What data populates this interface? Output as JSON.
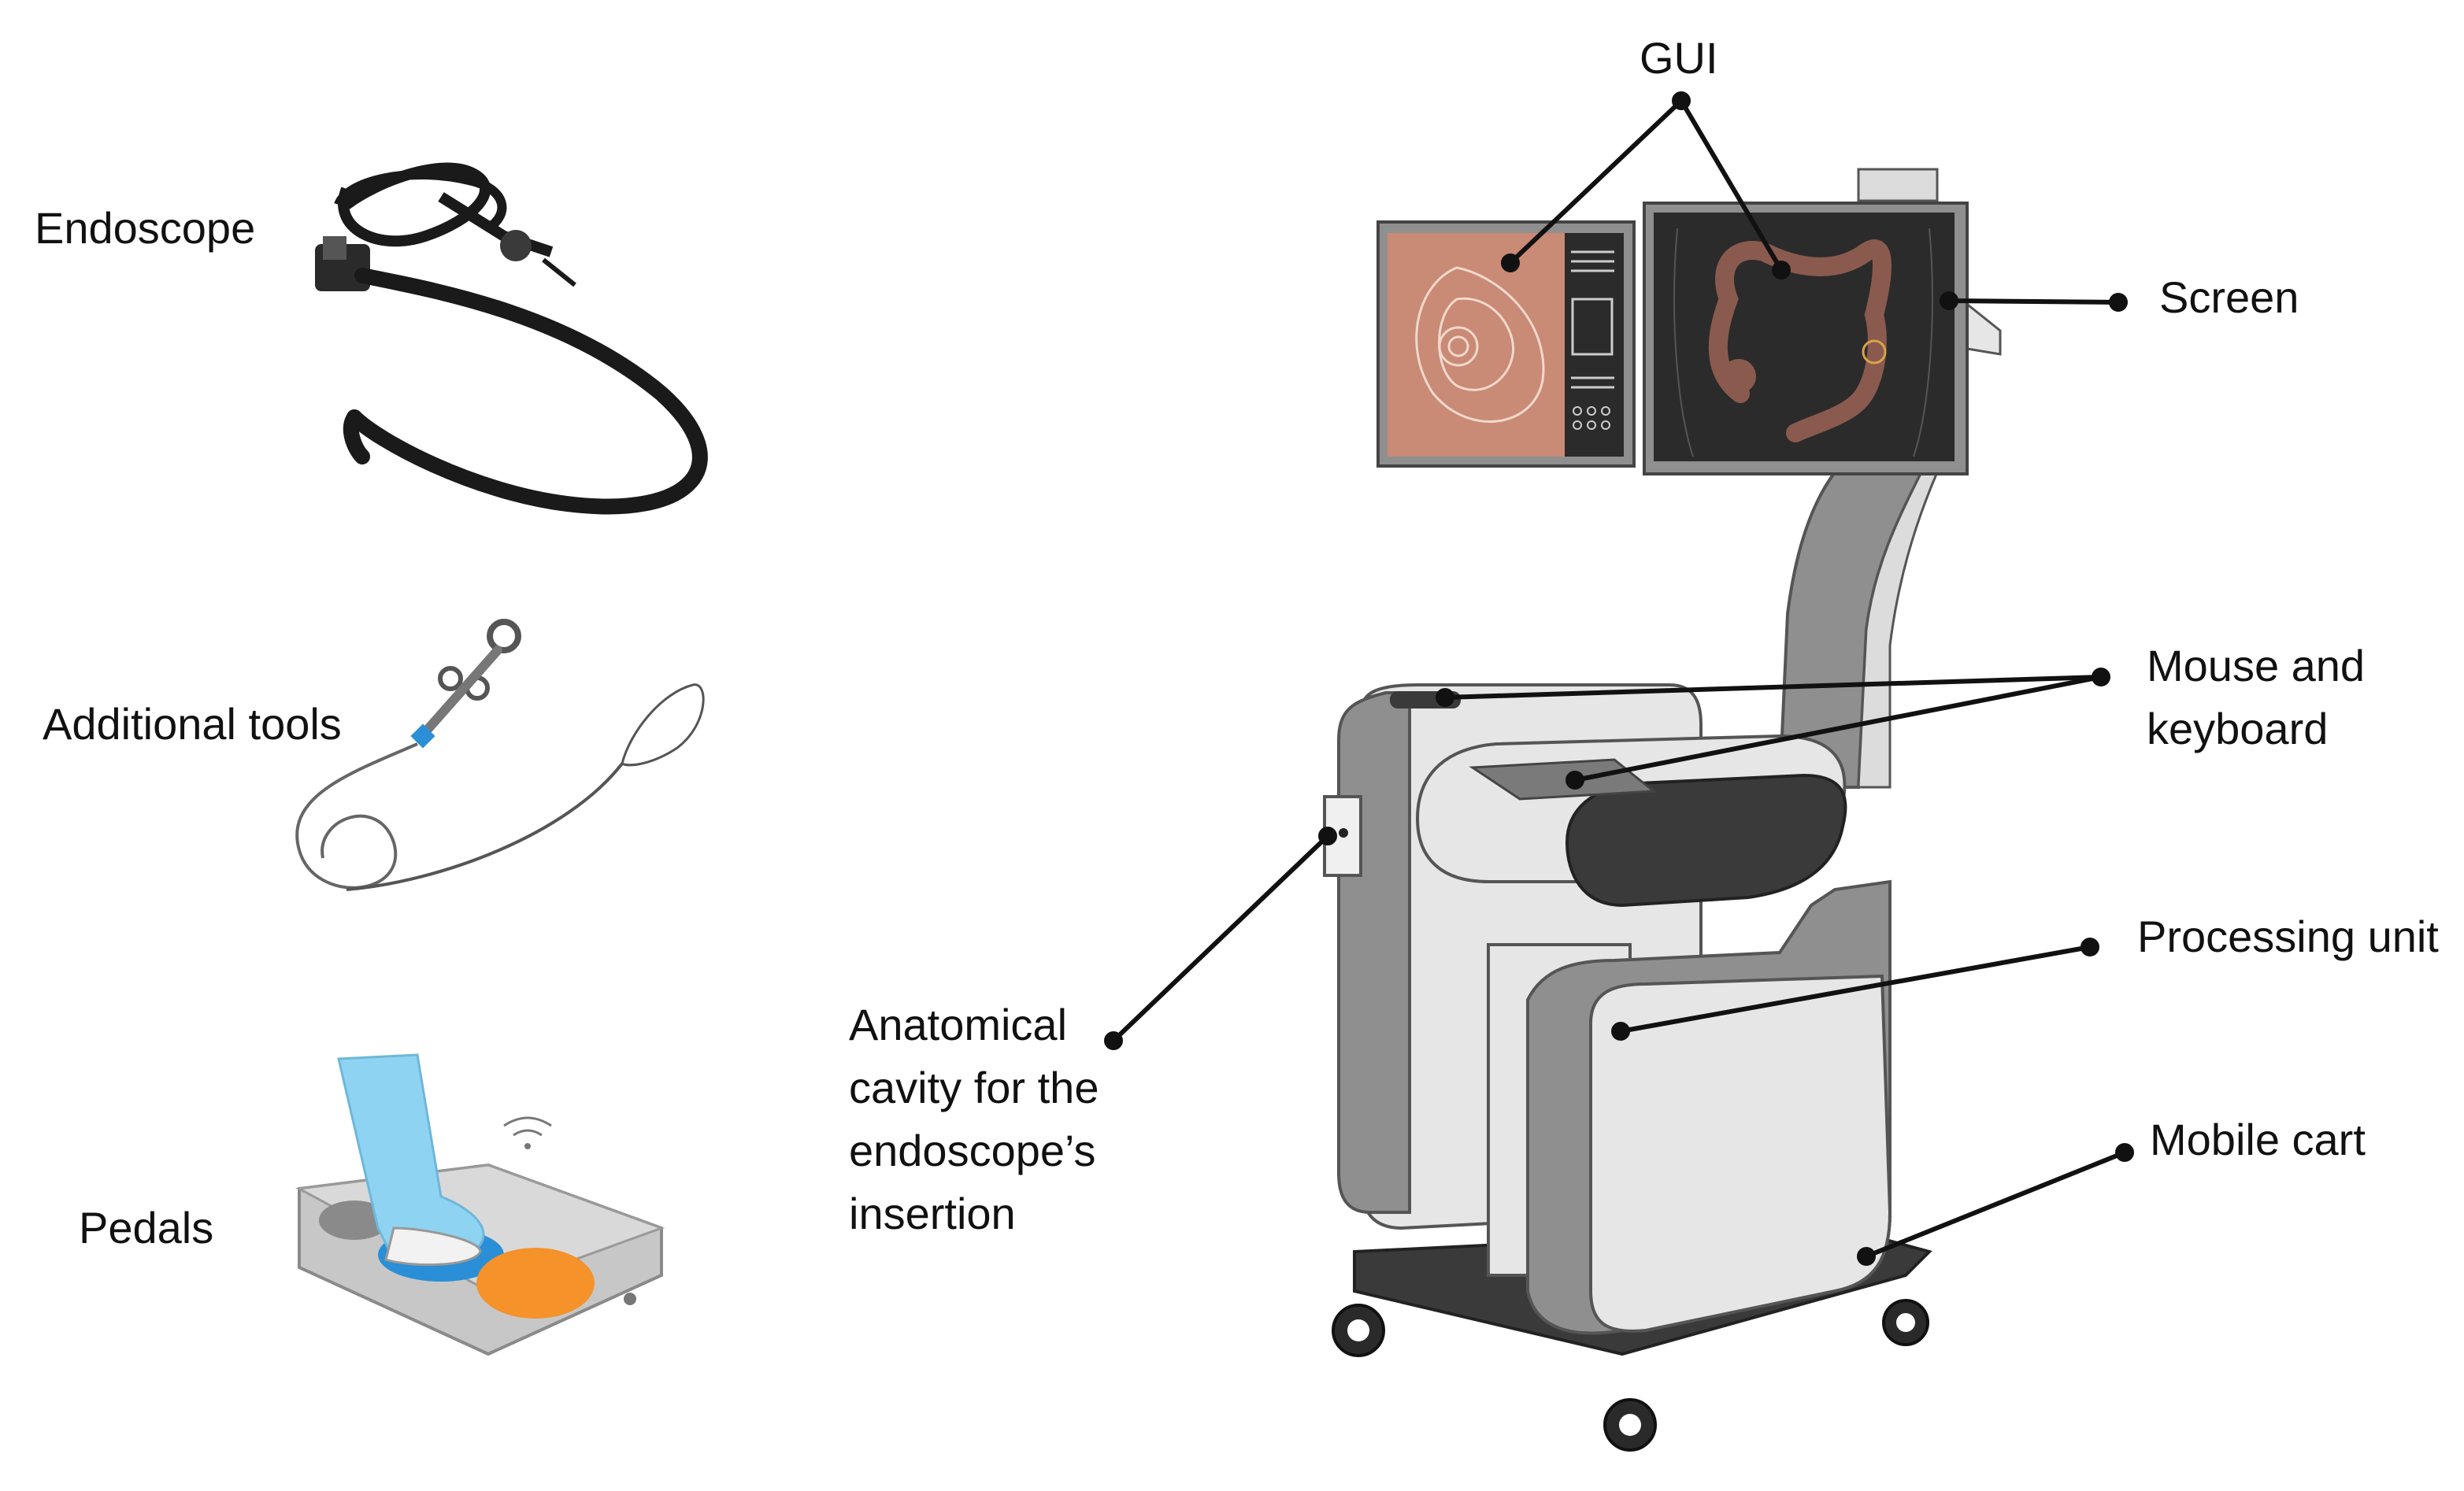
{
  "labels": {
    "endoscope": "Endoscope",
    "additional_tools": "Additional tools",
    "pedals": "Pedals",
    "gui": "GUI",
    "screen": "Screen",
    "mouse_keyboard": [
      "Mouse and",
      "keyboard"
    ],
    "processing_unit": "Processing unit",
    "mobile_cart": "Mobile cart",
    "anatomical_cavity": [
      "Anatomical",
      "cavity for the",
      "endoscope’s",
      "insertion"
    ]
  },
  "colors": {
    "line": "#111111",
    "cart_light": "#e6e6e6",
    "cart_mid": "#8f8f8f",
    "cart_dark": "#3a3a3a",
    "monitor_left": "#c98a76",
    "monitor_right": "#2b2b2b",
    "colon": "#8a5a4e",
    "pedal_orange": "#f5922a",
    "pedal_blue": "#2a8fd6",
    "leg_blue": "#8fd3f2",
    "pedal_gray": "#cfcfcf"
  }
}
